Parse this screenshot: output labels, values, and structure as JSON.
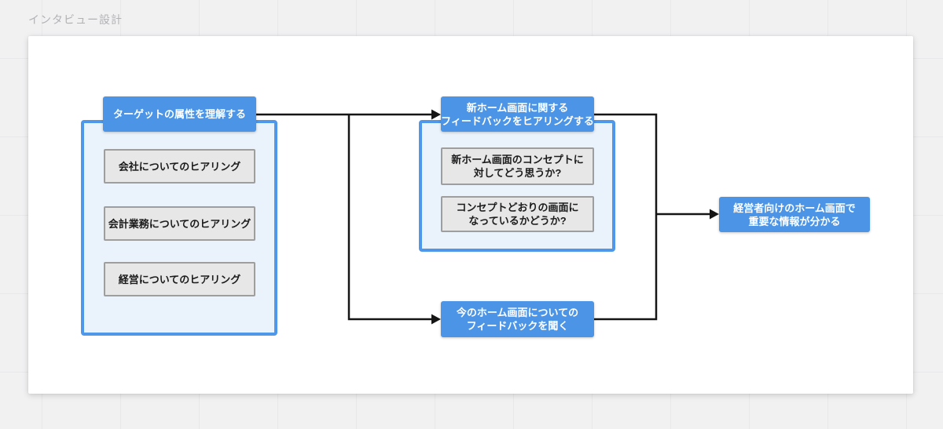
{
  "board": {
    "title": "インタビュー設計"
  },
  "diagram": {
    "groups": [
      {
        "header": "ターゲットの属性を理解する",
        "items": [
          "会社についてのヒアリング",
          "会計業務についてのヒアリング",
          "経営についてのヒアリング"
        ]
      },
      {
        "header": "新ホーム画面に関する\nフィードバックをヒアリングする",
        "items": [
          "新ホーム画面のコンセプトに\n対してどう思うか?",
          "コンセプトどおりの画面に\nなっているかどうか?"
        ]
      }
    ],
    "nodes": [
      {
        "label": "今のホーム画面についての\nフィードバックを聞く"
      },
      {
        "label": "経営者向けのホーム画面で\n重要な情報が分かる"
      }
    ],
    "colors": {
      "accent_blue": "#4b94e6",
      "container_border": "#4f97e8",
      "container_fill": "#eaf2fb",
      "item_fill": "#e7e7e7",
      "item_border": "#9e9e9e",
      "item_text": "#1b1b1b",
      "connector": "#151515",
      "board_background": "#f1f1f2",
      "canvas_background": "#ffffff",
      "title_text": "#b2b2b6"
    }
  }
}
